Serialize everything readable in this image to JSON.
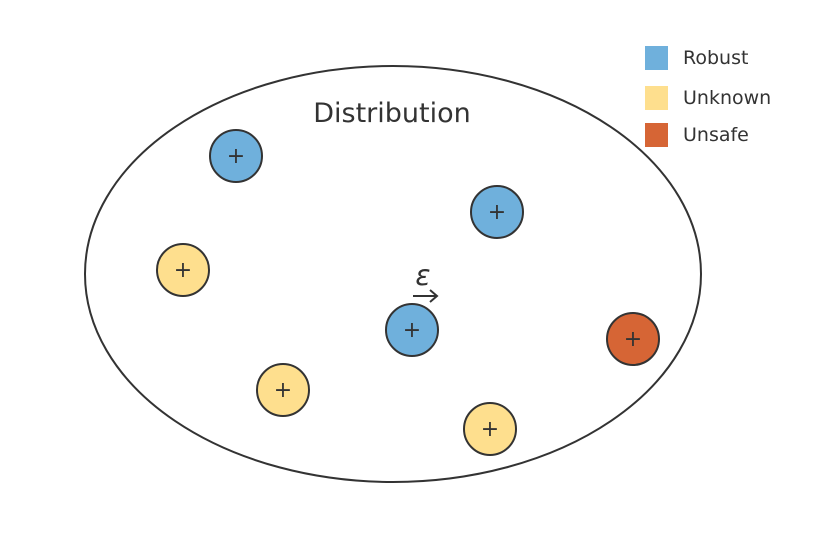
{
  "title": "Distribution",
  "epsilon_label": "ε",
  "colors": {
    "robust": "#6fb0dc",
    "unknown": "#fedf8e",
    "unsafe": "#d66535"
  },
  "legend": [
    {
      "label": "Robust",
      "key": "robust"
    },
    {
      "label": "Unknown",
      "key": "unknown"
    },
    {
      "label": "Unsafe",
      "key": "unsafe"
    }
  ],
  "points": [
    {
      "class": "robust",
      "symbol": "+"
    },
    {
      "class": "robust",
      "symbol": "+"
    },
    {
      "class": "unknown",
      "symbol": "+"
    },
    {
      "class": "robust",
      "symbol": "+"
    },
    {
      "class": "unsafe",
      "symbol": "+"
    },
    {
      "class": "unknown",
      "symbol": "+"
    },
    {
      "class": "unknown",
      "symbol": "+"
    }
  ]
}
